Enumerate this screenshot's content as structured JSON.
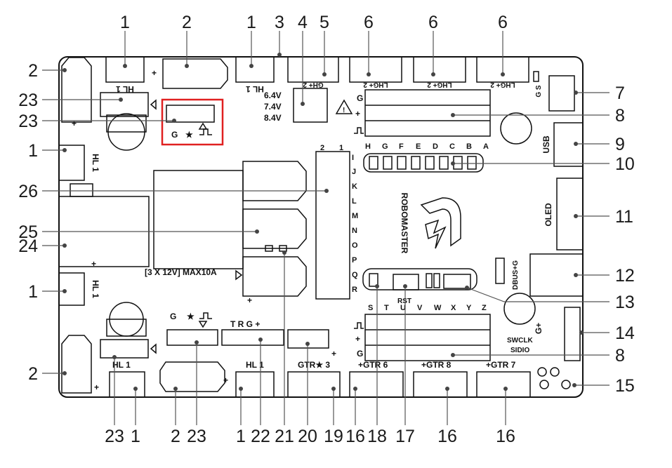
{
  "callouts": {
    "top": [
      "1",
      "2",
      "1",
      "3",
      "4",
      "5",
      "6",
      "6",
      "6"
    ],
    "left": [
      "2",
      "23",
      "23",
      "1",
      "26",
      "25",
      "24",
      "1",
      "2"
    ],
    "right": [
      "7",
      "8",
      "9",
      "10",
      "11",
      "12",
      "13",
      "14",
      "8",
      "15"
    ],
    "bottom": [
      "23",
      "1",
      "2",
      "23",
      "1",
      "22",
      "21",
      "20",
      "19",
      "16",
      "18",
      "17",
      "16",
      "16"
    ]
  },
  "silkscreen": {
    "hl1": "HL 1",
    "hl1_vertical": "HL 1",
    "voltage_1": "6.4V",
    "voltage_2": "7.4V",
    "voltage_3": "8.4V",
    "gh": "GH+ 2",
    "lhg": "LHG+ 2",
    "gs": "G S",
    "usb": "USB",
    "oled": "OLED",
    "dbus": "DBUS+G",
    "swclk": "SWCLK",
    "sidio": "SIDIO",
    "g_plus": "G+",
    "rst": "RST",
    "trg": "T R G +",
    "gtr3": "GTR★ 3",
    "gtr6": "+GTR 6",
    "gtr8": "+GTR 8",
    "gtr7": "+GTR 7",
    "power_out": "[3 X 12V] MAX10A",
    "brand": "ROBOMASTER",
    "pin_cols": [
      "H",
      "G",
      "F",
      "E",
      "D",
      "C",
      "B",
      "A"
    ],
    "pin_rows": [
      "I",
      "J",
      "K",
      "L",
      "M",
      "N",
      "O",
      "P",
      "Q",
      "R"
    ],
    "pin_cols_bottom": [
      "S",
      "T",
      "U",
      "V",
      "W",
      "X",
      "Y",
      "Z"
    ],
    "col_header_1": "1",
    "col_header_2": "2",
    "g_sym": "G",
    "star": "★",
    "plus": "+"
  },
  "highlight_color": "#e02020"
}
